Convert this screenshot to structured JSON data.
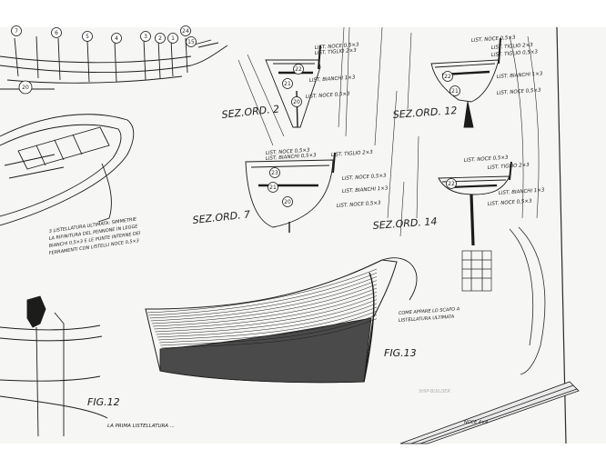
{
  "colors": {
    "paper": "#f6f6f4",
    "ink": "#1c1c1c",
    "hatch": "#3a3a3a",
    "background": "#ffffff"
  },
  "top_numbers": [
    "7",
    "6",
    "5",
    "4",
    "3",
    "2",
    "1",
    "24",
    "15"
  ],
  "keel_number": "20",
  "sections": {
    "s2": {
      "title": "SEZ.ORD. 2",
      "circles": [
        "22",
        "21",
        "20"
      ],
      "labels": [
        "LIST. NOCE 0,5×3",
        "LIST. TIGLIO 2×3",
        "LIST. BIANCHI 1×3",
        "LIST. NOCE 0,5×3"
      ]
    },
    "s12": {
      "title": "SEZ.ORD. 12",
      "circles": [
        "22",
        "21"
      ],
      "labels": [
        "LIST. NOCE 0,5×3",
        "LIST. TIGLIO 2×3",
        "LIST. TIGLIO 0,5×3",
        "LIST. BIANCHI 1×3",
        "LIST. NOCE 0,5×3"
      ]
    },
    "s7": {
      "title": "SEZ.ORD. 7",
      "circles": [
        "23",
        "21",
        "20"
      ],
      "labels": [
        "LIST. NOCE 0,5×3",
        "LIST. BIANCHI 0,5×3",
        "LIST. TIGLIO 2×3",
        "LIST. NOCE 0,5×3",
        "LIST. BIANCHI 1×3",
        "LIST. NOCE 0,5×3"
      ]
    },
    "s14": {
      "title": "SEZ.ORD. 14",
      "circles": [
        "22"
      ],
      "labels": [
        "LIST. NOCE 0,5×3",
        "LIST. TIGLIO 2×3",
        "LIST. BIANCHI 1×3",
        "LIST. NOCE 0,5×3"
      ]
    }
  },
  "note_left": [
    "3 LISTELLATURA ULTIMATA: SIMMETRIE",
    "LA RIFINITURA DEL PENNONE IN LEGGE",
    "BIANCHI 0,5×3 E LE PUNTE INTERNE DEI",
    "FERRAMENTI CON LISTELLI NOCE 0,5×3"
  ],
  "note_right": [
    "COME APPARE LO SCAFO A",
    "LISTELLATURA ULTIMATA"
  ],
  "fig13_label": "FIG.13",
  "fig12_label": "FIG.12",
  "fig12_caption": "LA PRIMA LISTELLATURA ...",
  "bottom_right_label": "NOCE 4×4",
  "faint_label": "SHIP-BUILDER"
}
